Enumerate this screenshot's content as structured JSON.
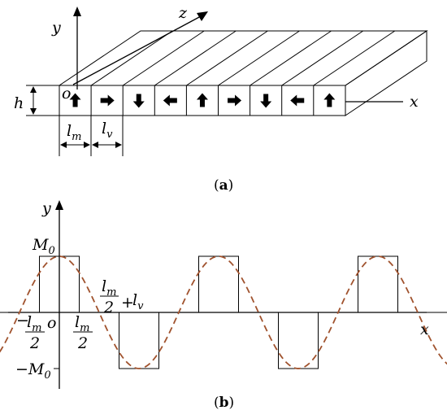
{
  "panel_a": {
    "caption_letter": "a",
    "axis_y": "y",
    "axis_z": "z",
    "axis_x": "x",
    "origin": "o",
    "height_label": "h",
    "lm_main": "l",
    "lm_sub": "m",
    "lv_main": "l",
    "lv_sub": "v",
    "magnets": [
      {
        "dir": "up"
      },
      {
        "dir": "right"
      },
      {
        "dir": "down"
      },
      {
        "dir": "left"
      },
      {
        "dir": "up"
      },
      {
        "dir": "right"
      },
      {
        "dir": "down"
      },
      {
        "dir": "left"
      },
      {
        "dir": "up"
      }
    ]
  },
  "panel_b": {
    "caption_letter": "b",
    "axis_y": "y",
    "axis_x": "x",
    "origin": "o",
    "m0_main": "M",
    "m0_sub": "0",
    "neg_m0_main": "−M",
    "neg_m0_sub": "0",
    "frac_num_main": "l",
    "frac_num_sub": "m",
    "frac_den": "2",
    "neg_sign": "−",
    "shift_plus": "+",
    "shift_l": "l",
    "shift_sub": "v",
    "square_wave": [
      {
        "start": -0.5,
        "end": 0.5,
        "level": 1
      },
      {
        "start": 1.5,
        "end": 2.5,
        "level": -1
      },
      {
        "start": 3.5,
        "end": 4.5,
        "level": 1
      },
      {
        "start": 5.5,
        "end": 6.5,
        "level": -1
      },
      {
        "start": 7.5,
        "end": 8.5,
        "level": 1
      }
    ],
    "sine_wave": {
      "period": 4,
      "x_min": -1.5,
      "x_max": 10,
      "color": "#a0522d"
    }
  }
}
